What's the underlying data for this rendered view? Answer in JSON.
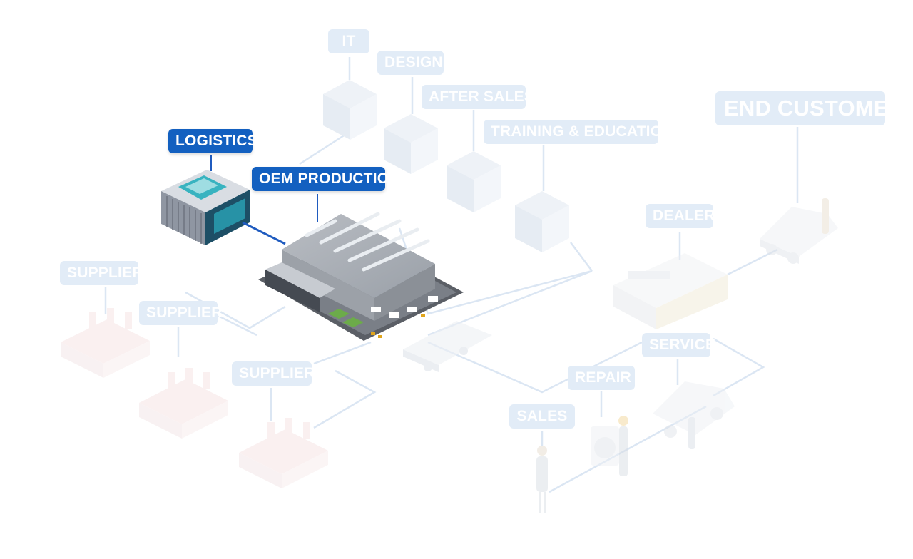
{
  "labels": {
    "it": "IT",
    "design": "DESIGN",
    "after_sales": "AFTER SALES",
    "training": "TRAINING & EDUCATION",
    "end_customer": "END CUSTOMER",
    "logistics": "LOGISTICS",
    "oem_production": "OEM PRODUCTION",
    "dealer": "DEALER",
    "supplier_1": "SUPPLIER",
    "supplier_2": "SUPPLIER",
    "supplier_3": "SUPPLIER",
    "service": "SERVICE",
    "repair": "REPAIR",
    "sales": "SALES"
  },
  "colors": {
    "active_label": "#1360c0",
    "faded_label": "#e2ecf7",
    "connector_active": "#1f5bbf",
    "connector_faded": "#dbe6f3"
  },
  "active_nodes": [
    "logistics",
    "oem_production"
  ]
}
